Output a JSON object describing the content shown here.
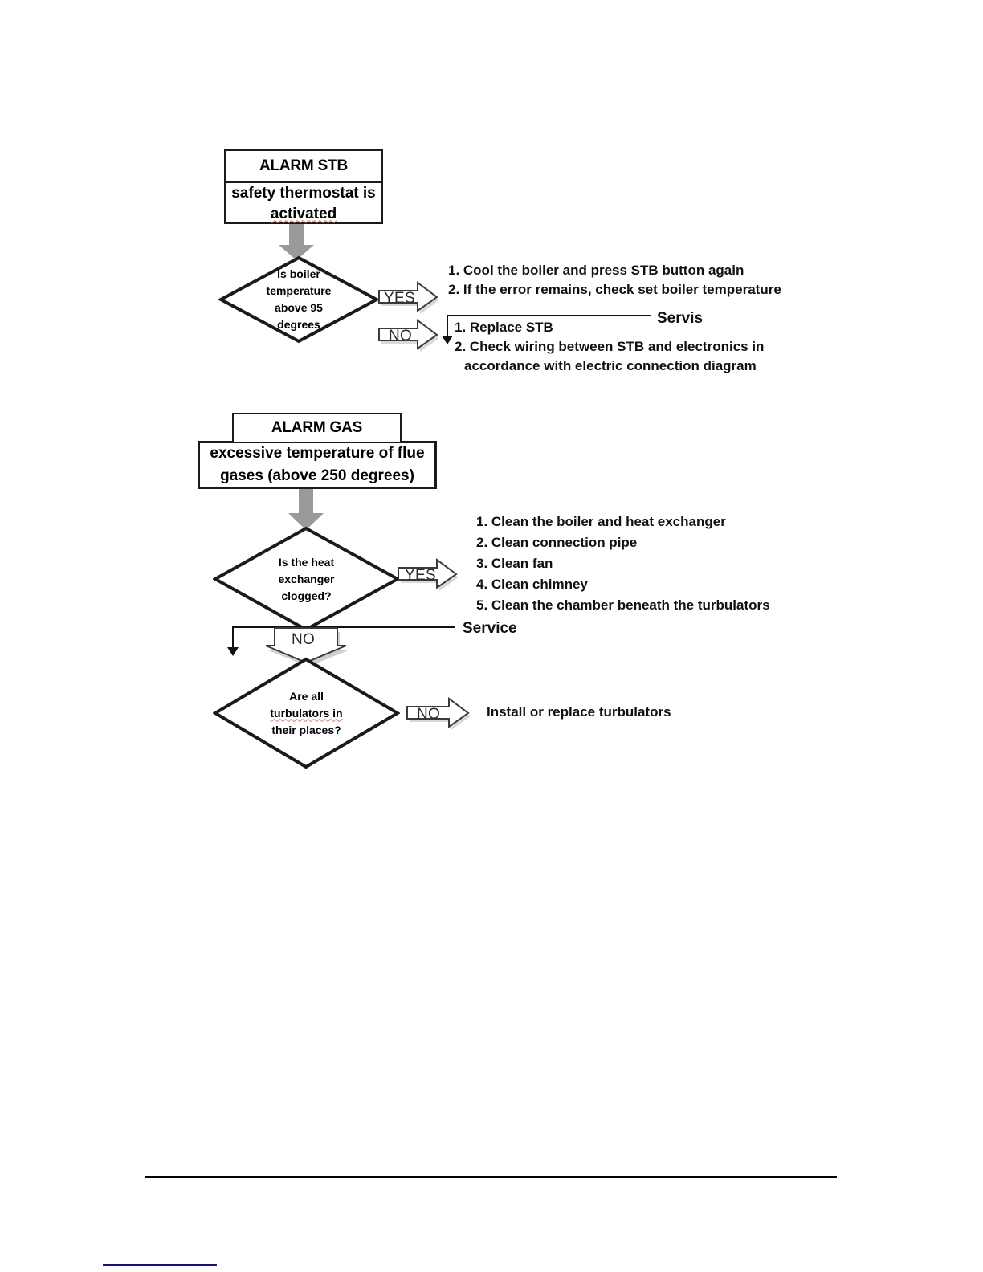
{
  "diagram": {
    "type": "flowchart",
    "title_alarm_stb": "ALARM STB",
    "alarm_stb": {
      "header": "ALARM STB",
      "body_line1": "safety thermostat is",
      "body_line2": "activated"
    },
    "decision_stb": {
      "line1": "Is boiler",
      "line2": "temperature",
      "line3": "above 95",
      "line4": "degrees"
    },
    "stb_yes_label": "YES",
    "stb_no_label": "NO",
    "stb_yes_steps": [
      "1. Cool the boiler and press STB button again",
      "2. If the error remains, check set boiler temperature"
    ],
    "stb_no_steps": [
      "1. Replace STB",
      "2. Check wiring between STB and electronics in",
      "accordance with electric connection diagram"
    ],
    "servis_label": "Servis",
    "alarm_gas": {
      "header": "ALARM GAS",
      "body_line1": "excessive temperature of flue",
      "body_line2": "gases (above 250 degrees)"
    },
    "decision_gas": {
      "line1": "Is the heat",
      "line2": "exchanger",
      "line3": "clogged?"
    },
    "gas_yes_label": "YES",
    "gas_no_label": "NO",
    "gas_yes_steps": [
      "1. Clean the boiler and heat exchanger",
      "2. Clean connection pipe",
      "3. Clean fan",
      "4. Clean chimney",
      "5. Clean the chamber beneath the turbulators"
    ],
    "service_label": "Service",
    "decision_turbulators": {
      "line1": "Are all",
      "line2": "turbulators in",
      "line3": "their places?"
    },
    "turbulators_no_label": "NO",
    "turbulators_action": "Install or replace turbulators"
  },
  "colors": {
    "outline": "#1a1a1a",
    "text": "#111111",
    "gray_arrow": "#9a9a9a",
    "arrow_fill": "#ffffff",
    "arrow_stroke": "#3a3a3a",
    "footer_rule": "#000000",
    "blue_rule": "#141478"
  }
}
